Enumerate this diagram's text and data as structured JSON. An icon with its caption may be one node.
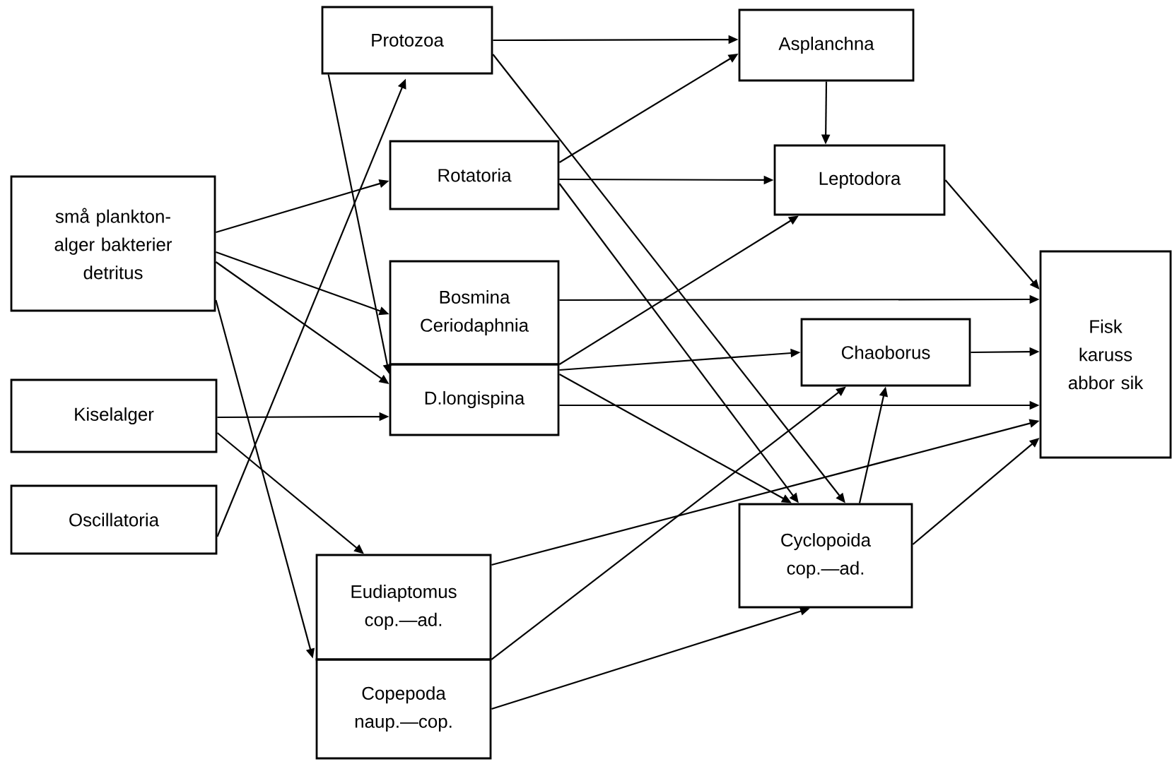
{
  "diagram": {
    "nodes": [
      {
        "text": [
          "små plankton- alger bakterier detritus"
        ]
      },
      {
        "text": [
          "Kiselalger"
        ]
      },
      {
        "text": [
          "Oscillatoria"
        ]
      },
      {
        "text": [
          "Protozoa"
        ]
      },
      {
        "text": [
          "Rotatoria"
        ]
      },
      {
        "text": [
          "Bosmina Ceriodaphnia"
        ]
      },
      {
        "text": [
          "D.longispina"
        ]
      },
      {
        "text": [
          "Eudiaptomus cop.—ad."
        ]
      },
      {
        "text": [
          "Copepoda naup.—cop."
        ]
      },
      {
        "text": [
          "Asplanchna"
        ]
      },
      {
        "text": [
          "Leptodora"
        ]
      },
      {
        "text": [
          "Chaoborus"
        ]
      },
      {
        "text": [
          "Cyclopoida cop.—ad."
        ]
      },
      {
        "text": [
          "Fisk karuss abbor sik"
        ]
      }
    ],
    "edges": [
      {
        "from": 0,
        "to": 4,
        "arrow": "to"
      },
      {
        "from": 0,
        "to": 5,
        "arrow": "to"
      },
      {
        "from": 0,
        "to": 6,
        "arrow": "to"
      },
      {
        "from": 0,
        "to": 8,
        "arrow": "to"
      },
      {
        "from": 2,
        "to": 3,
        "arrow": "to"
      },
      {
        "from": 1,
        "to": 6,
        "arrow": "to"
      },
      {
        "from": 1,
        "to": 7,
        "arrow": "to"
      },
      {
        "from": 3,
        "to": 6,
        "arrow": "to"
      },
      {
        "from": 3,
        "to": 9,
        "arrow": "to"
      },
      {
        "from": 3,
        "to": 12,
        "arrow": "to"
      },
      {
        "from": 4,
        "to": 9,
        "arrow": "to"
      },
      {
        "from": 4,
        "to": 10,
        "arrow": "to"
      },
      {
        "from": 4,
        "to": 12,
        "arrow": "to"
      },
      {
        "from": 9,
        "to": 10,
        "arrow": "to"
      },
      {
        "from": 5,
        "to": 13,
        "arrow": "to"
      },
      {
        "from": 6,
        "to": 10,
        "arrow": "to"
      },
      {
        "from": 6,
        "to": 11,
        "arrow": "to"
      },
      {
        "from": 6,
        "to": 12,
        "arrow": "to"
      },
      {
        "from": 6,
        "to": 13,
        "arrow": "to"
      },
      {
        "from": 10,
        "to": 13,
        "arrow": "to"
      },
      {
        "from": 11,
        "to": 13,
        "arrow": "to"
      },
      {
        "from": 12,
        "to": 11,
        "arrow": "to"
      },
      {
        "from": 7,
        "to": 11,
        "arrow": "to"
      },
      {
        "from": 7,
        "to": 13,
        "arrow": "to"
      },
      {
        "from": 8,
        "to": 12,
        "arrow": "to"
      },
      {
        "from": 12,
        "to": 13,
        "arrow": "to"
      }
    ]
  }
}
